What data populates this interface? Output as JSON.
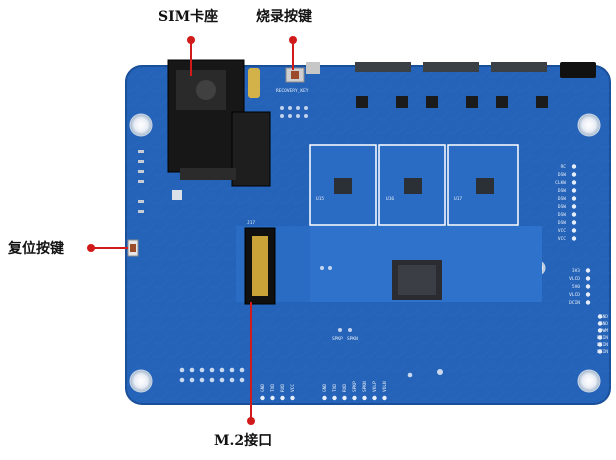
{
  "callouts": {
    "sim": "SIM卡座",
    "burn": "烧录按键",
    "reset": "复位按键",
    "m2": "M.2接口"
  },
  "board_labels": {
    "recovery": "RECOVERY_KEY",
    "slot": "J17",
    "spkp": "SPKP",
    "spkn": "SPKN",
    "u15": "U15",
    "u16": "U16",
    "u17": "U17"
  },
  "right_pins": [
    "RC",
    "DSW",
    "CLKW",
    "DSW",
    "DSW",
    "DSW",
    "DSW",
    "DSW",
    "VCC",
    "VCC"
  ],
  "right_lower_pins": [
    "3V3",
    "VLCD",
    "5V0",
    "VLCD",
    "DCIN"
  ],
  "far_right_pins": [
    "GND",
    "GND",
    "PWM",
    "DCIN",
    "DCIN",
    "DCIN"
  ],
  "bottom_pins": [
    "GND",
    "TXD",
    "RXD",
    "VCC",
    "GND",
    "TXD",
    "RXD",
    "SPKP",
    "SPKN",
    "VOLP",
    "VOLN"
  ],
  "colors": {
    "board": "#2463b8",
    "board_dark": "#1a4f9a",
    "marker": "#d11a1a",
    "silk": "#e8eef8"
  }
}
